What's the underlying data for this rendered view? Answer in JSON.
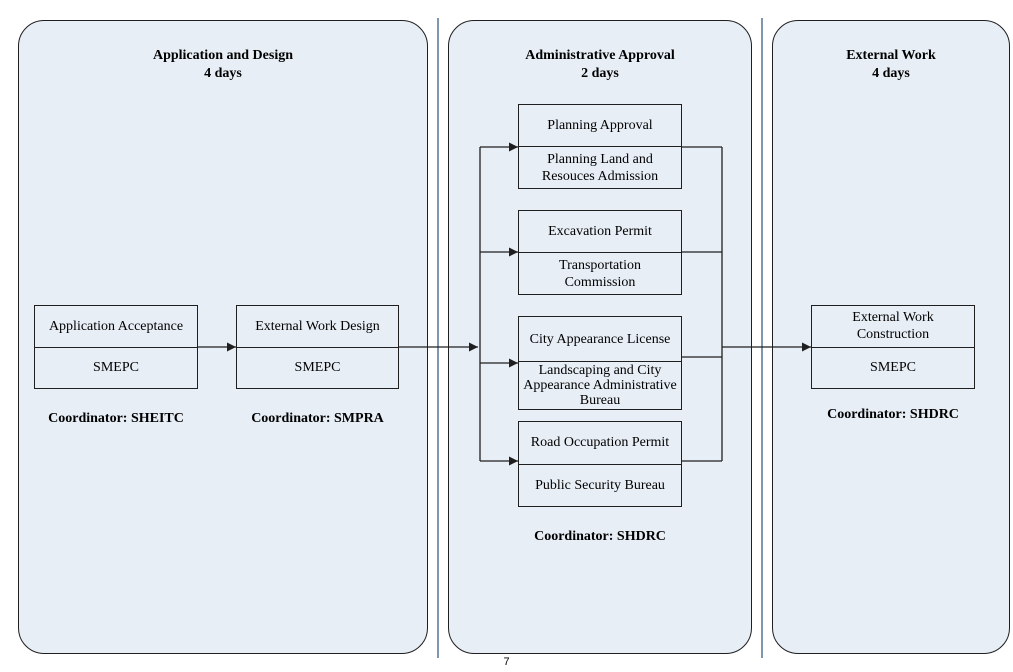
{
  "lanes": [
    {
      "title": "Application and Design",
      "duration": "4 days",
      "boxes": [
        {
          "top": "Application Acceptance",
          "bottom": "SMEPC",
          "coordinator": "Coordinator: SHEITC"
        },
        {
          "top": "External Work Design",
          "bottom": "SMEPC",
          "coordinator": "Coordinator: SMPRA"
        }
      ]
    },
    {
      "title": "Administrative Approval",
      "duration": "2 days",
      "boxes": [
        {
          "top": "Planning Approval",
          "bottom": "Planning Land and Resouces Admission"
        },
        {
          "top": "Excavation Permit",
          "bottom": "Transportation Commission"
        },
        {
          "top": "City Appearance License",
          "bottom": "Landscaping and City Appearance Administrative Bureau"
        },
        {
          "top": "Road Occupation Permit",
          "bottom": "Public Security Bureau"
        }
      ],
      "coordinator": "Coordinator: SHDRC"
    },
    {
      "title": "External Work",
      "duration": "4 days",
      "boxes": [
        {
          "top": "External Work Construction",
          "bottom": "SMEPC"
        }
      ],
      "coordinator": "Coordinator: SHDRC"
    }
  ],
  "page_number": "7",
  "colors": {
    "lane_fill": "#e8eef6",
    "border": "#1f1f1f",
    "separator": "#7f96ad"
  }
}
